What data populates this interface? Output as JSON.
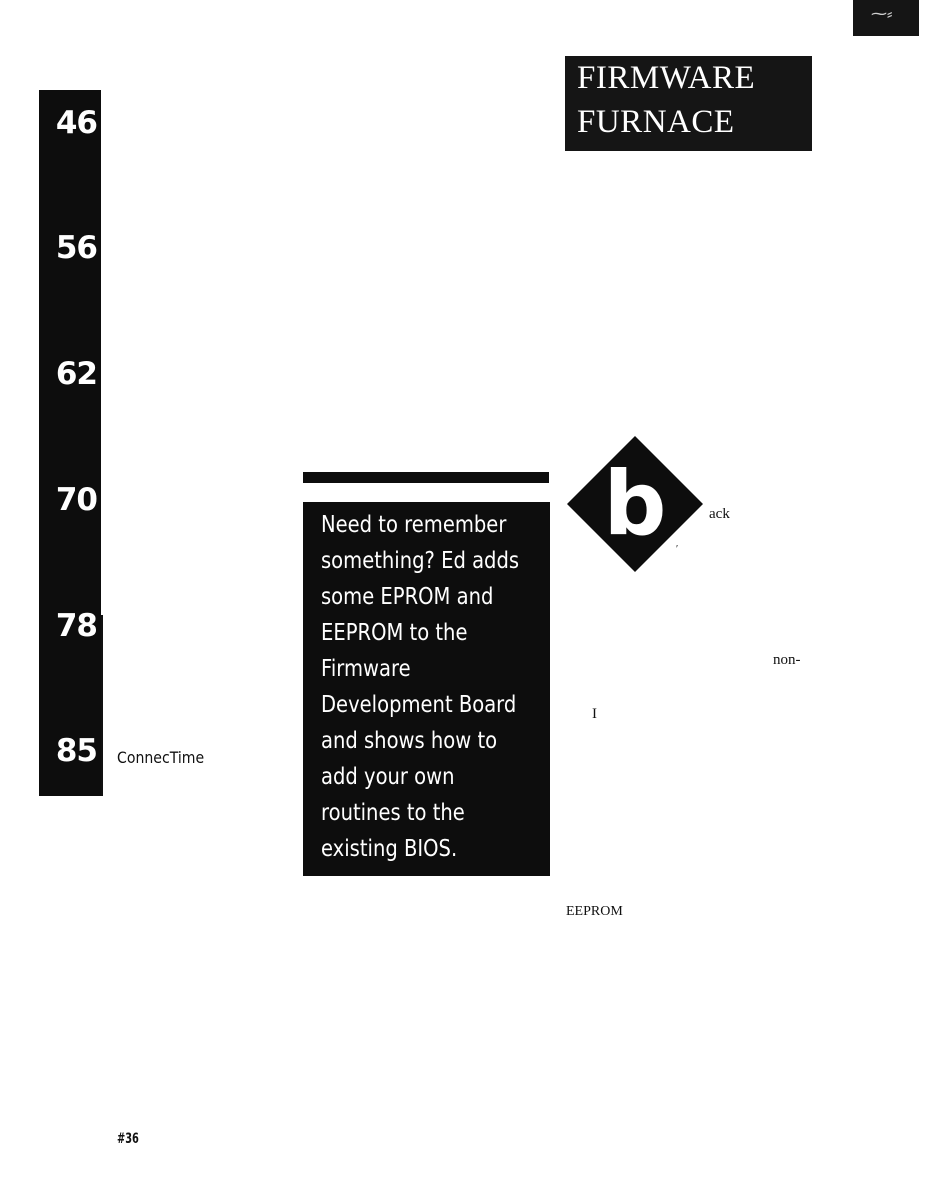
{
  "corner_tab": {
    "glyph": "⁓⸗"
  },
  "sidebar": {
    "page_numbers": [
      "46",
      "56",
      "62",
      "70",
      "78",
      "85"
    ],
    "label": "ConnecTime"
  },
  "header": {
    "line1": "FIRMWARE",
    "line2": "FURNACE"
  },
  "deck": {
    "lines": [
      "Need to remember",
      "something? Ed adds",
      "some EPROM and",
      "EEPROM to the",
      "Firmware",
      "Development Board",
      "and shows how to",
      "add your own",
      "routines to the",
      "existing BIOS."
    ]
  },
  "drop_cap": {
    "letter": "b",
    "color": "#0d0d0d"
  },
  "fragments": {
    "ack": "ack",
    "tick": "′",
    "non": "non-",
    "one": "I",
    "eeprom": "EEPROM"
  },
  "footer": {
    "issue": "#36"
  }
}
